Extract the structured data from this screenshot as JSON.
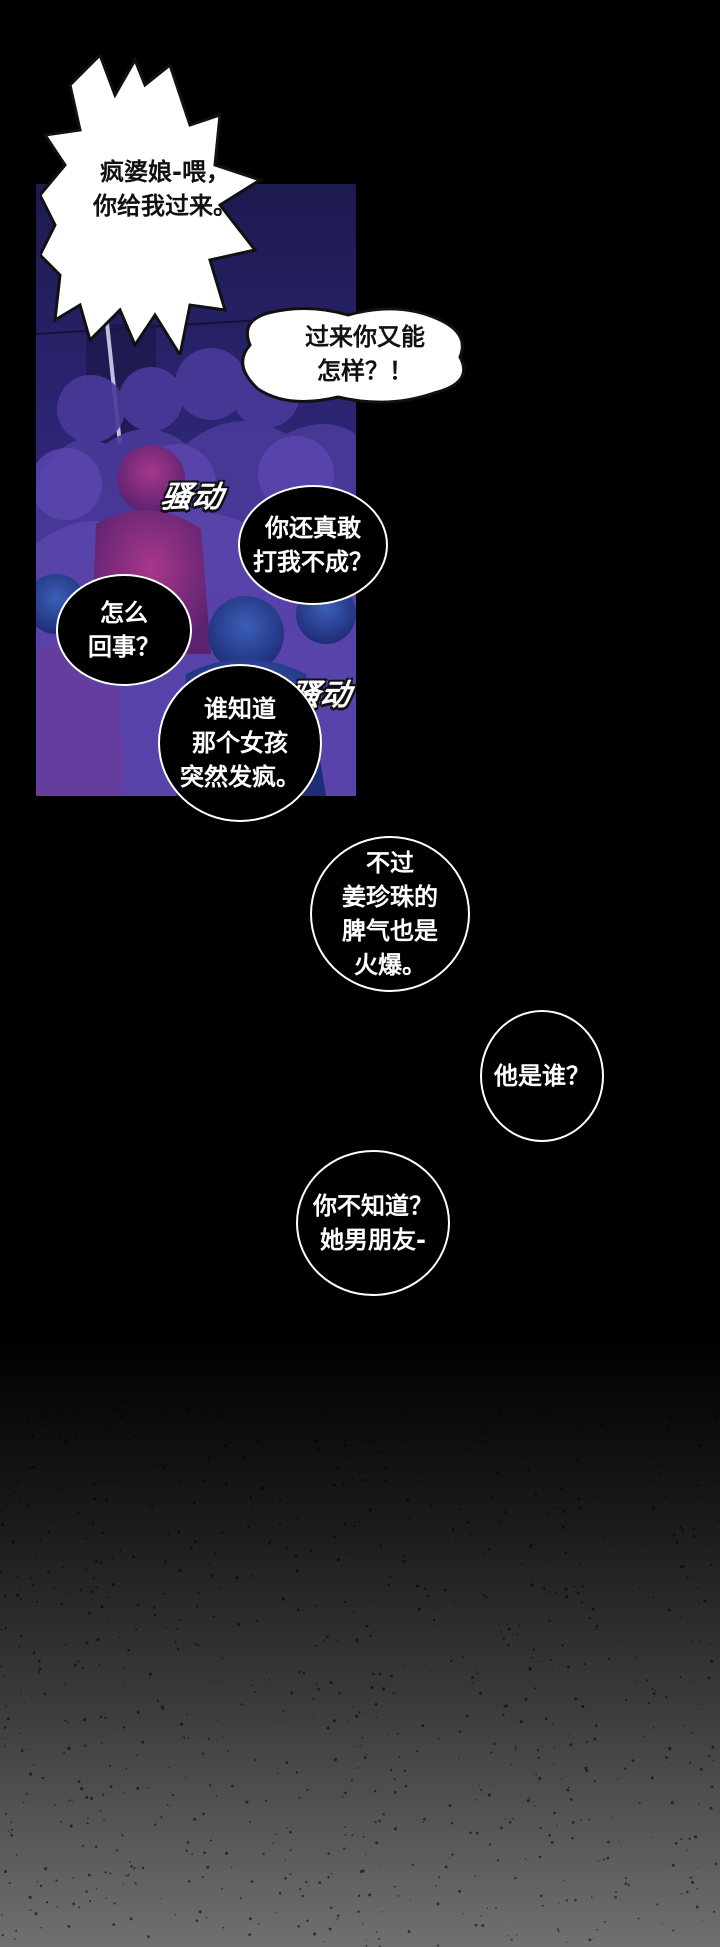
{
  "bubbles": {
    "crazy_woman": "疯婆娘-喂，\n你给我过来。",
    "what_can_you_do": "过来你又能\n怎样？！",
    "dare_hit_me": "你还真敢\n打我不成？",
    "whats_going_on": "怎么\n回事？",
    "who_knows": "谁知道\n那个女孩\n突然发疯。",
    "temper": "不过\n姜珍珠的\n脾气也是\n火爆。",
    "who_is_he": "他是谁？",
    "dont_you_know": "你不知道？\n她男朋友-"
  },
  "sfx": {
    "commotion_1": "骚动",
    "commotion_2": "骚动"
  },
  "colors": {
    "panel_top": "#1c1a4e",
    "panel_mid": "#322a82",
    "crowd_purple": "#4a3a9a",
    "crowd_magenta": "#8a2f7a",
    "crowd_blue": "#2f4ea0",
    "bubble_dark": "#000000",
    "bubble_outline": "#ffffff"
  }
}
